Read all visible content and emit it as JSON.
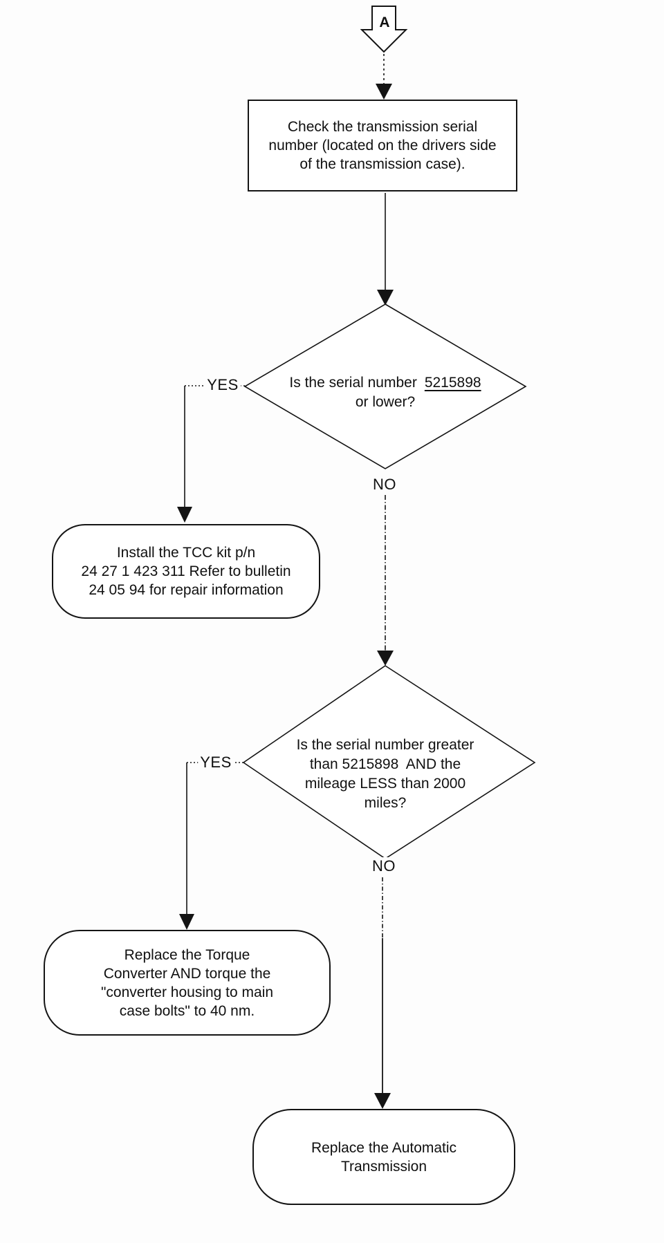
{
  "flowchart": {
    "connector_a": {
      "label": "A"
    },
    "process_check": {
      "lines": [
        "Check the transmission serial",
        "number (located on the drivers side",
        "of the transmission case)."
      ]
    },
    "decision_serial": {
      "prefix": "Is the serial number",
      "serial_number": "5215898",
      "suffix_line": "or lower?"
    },
    "terminal_install": {
      "lines": [
        "Install the TCC kit p/n",
        "24 27 1 423 311 Refer to bulletin",
        "24 05 94 for repair information"
      ]
    },
    "decision_mileage": {
      "lines": [
        "Is the serial number greater",
        "than 5215898  AND the",
        "mileage LESS than 2000",
        "miles?"
      ]
    },
    "terminal_torque": {
      "lines": [
        "Replace the Torque",
        "Converter AND torque the",
        "\"converter housing to main",
        "case bolts\" to 40 nm."
      ]
    },
    "terminal_replace": {
      "lines": [
        "Replace the Automatic",
        "Transmission"
      ]
    },
    "edge_labels": {
      "yes1": "YES",
      "no1": "NO",
      "yes2": "YES",
      "no2": "NO"
    },
    "ink_color": "#141414"
  }
}
